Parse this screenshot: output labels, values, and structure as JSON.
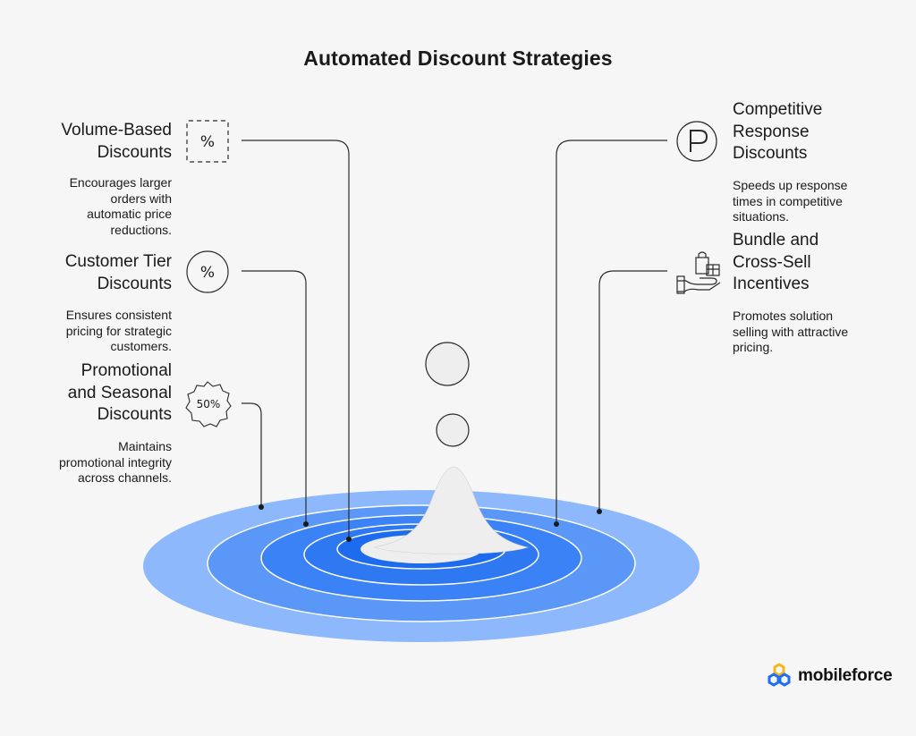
{
  "title": "Automated Discount Strategies",
  "colors": {
    "ring_outer": "#8db8fb",
    "ring_mid1": "#5b97f6",
    "ring_mid2": "#3b82f6",
    "ring_inner": "#1f6ef0",
    "center": "#eeeeee",
    "line": "#2a2a2a"
  },
  "strategies": [
    {
      "side": "left",
      "title_lines": [
        "Volume-Based",
        "Discounts"
      ],
      "desc_lines": [
        "Encourages larger",
        "orders with",
        "automatic price",
        "reductions."
      ],
      "icon": "percent-dashed-square-icon"
    },
    {
      "side": "left",
      "title_lines": [
        "Customer Tier",
        "Discounts"
      ],
      "desc_lines": [
        "Ensures consistent",
        "pricing for strategic",
        "customers."
      ],
      "icon": "percent-circle-icon"
    },
    {
      "side": "left",
      "title_lines": [
        "Promotional",
        "and Seasonal",
        "Discounts"
      ],
      "desc_lines": [
        "Maintains",
        "promotional integrity",
        "across channels."
      ],
      "icon": "fifty-percent-badge-icon",
      "icon_text": "50%"
    },
    {
      "side": "right",
      "title_lines": [
        "Competitive",
        "Response",
        "Discounts"
      ],
      "desc_lines": [
        "Speeds up response",
        "times in competitive",
        "situations."
      ],
      "icon": "p-circle-icon",
      "icon_text": "P"
    },
    {
      "side": "right",
      "title_lines": [
        "Bundle and",
        "Cross-Sell",
        "Incentives"
      ],
      "desc_lines": [
        "Promotes solution",
        "selling with attractive",
        "pricing."
      ],
      "icon": "hand-shopping-gift-icon"
    }
  ],
  "logo": {
    "text": "mobileforce",
    "icon": "mobileforce-logo-icon"
  }
}
